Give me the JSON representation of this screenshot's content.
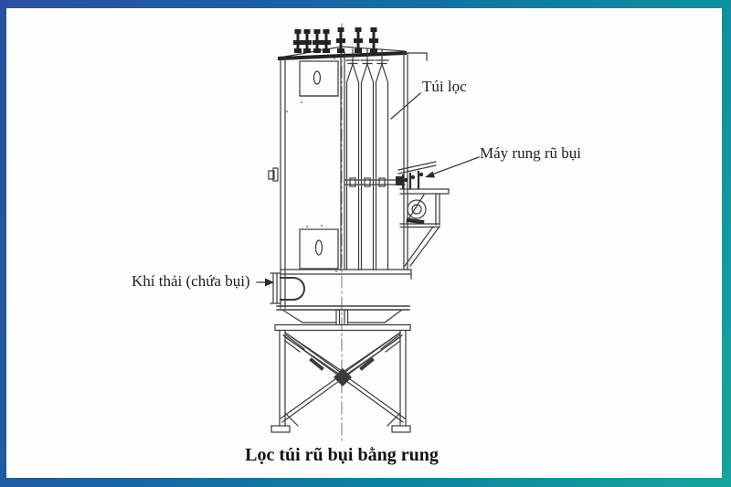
{
  "frame": {
    "border_color_left": "#2b4fa1",
    "border_color_right": "#16a49c",
    "canvas_bg": "#fefefe",
    "ink_color": "#3b3b3b"
  },
  "diagram": {
    "caption": "Lọc túi rũ bụi bằng rung",
    "labels": {
      "filter_bag": "Túi lọc",
      "vibrator": "Máy rung rũ bụi",
      "exhaust_inlet": "Khí thải (chứa bụi)"
    }
  }
}
